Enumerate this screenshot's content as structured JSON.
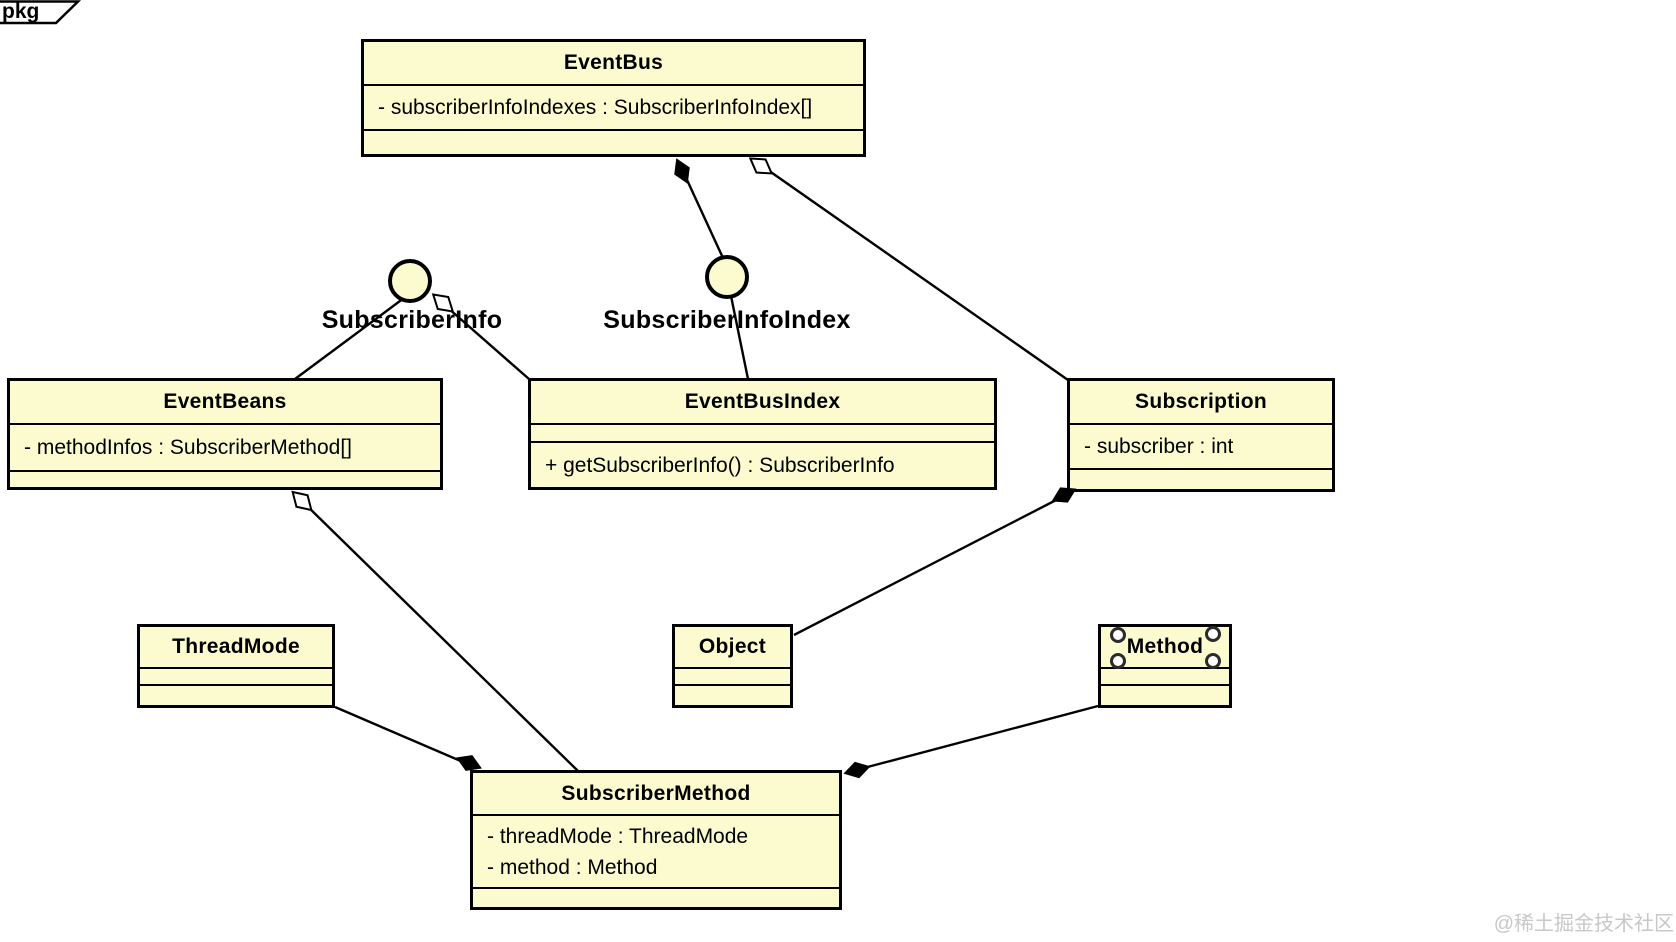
{
  "frame": {
    "tab_label": "pkg"
  },
  "watermark": {
    "text": "@稀土掘金技术社区"
  },
  "colors": {
    "box_fill": "#FBFBCF",
    "box_border": "#000000",
    "watermark_gray": "#C8C8C8"
  },
  "interfaces": [
    {
      "label": "SubscriberInfo"
    },
    {
      "label": "SubscriberInfoIndex"
    }
  ],
  "classes": [
    {
      "title": "EventBus",
      "attributes": [
        "- subscriberInfoIndexes : SubscriberInfoIndex[]"
      ],
      "methods": []
    },
    {
      "title": "EventBeans",
      "attributes": [
        "- methodInfos : SubscriberMethod[]"
      ],
      "methods": []
    },
    {
      "title": "EventBusIndex",
      "attributes": [],
      "methods": [
        "+ getSubscriberInfo() : SubscriberInfo"
      ]
    },
    {
      "title": "Subscription",
      "attributes": [
        "- subscriber : int"
      ],
      "methods": []
    },
    {
      "title": "ThreadMode",
      "attributes": [],
      "methods": []
    },
    {
      "title": "Object",
      "attributes": [],
      "methods": []
    },
    {
      "title": "Method",
      "attributes": [],
      "methods": []
    },
    {
      "title": "SubscriberMethod",
      "attributes": [
        "- threadMode : ThreadMode",
        "- method : Method"
      ],
      "methods": []
    }
  ],
  "relationships": [
    {
      "from": "EventBus",
      "to": "SubscriberInfoIndex",
      "type": "composition"
    },
    {
      "from": "EventBus",
      "to": "Subscription",
      "type": "aggregation"
    },
    {
      "from": "SubscriberInfo",
      "to": "EventBeans",
      "type": "association"
    },
    {
      "from": "SubscriberInfo",
      "to": "EventBusIndex",
      "type": "aggregation"
    },
    {
      "from": "SubscriberInfoIndex",
      "to": "EventBusIndex",
      "type": "association"
    },
    {
      "from": "EventBeans",
      "to": "SubscriberMethod",
      "type": "aggregation"
    },
    {
      "from": "ThreadMode",
      "to": "SubscriberMethod",
      "type": "composition"
    },
    {
      "from": "Method",
      "to": "SubscriberMethod",
      "type": "composition"
    },
    {
      "from": "Subscription",
      "to": "Object",
      "type": "composition"
    }
  ]
}
